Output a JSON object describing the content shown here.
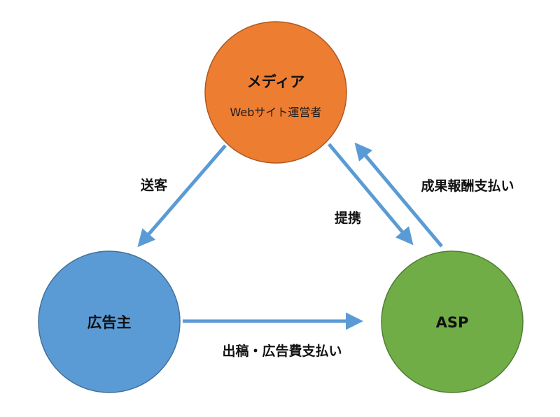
{
  "nodes": {
    "media": {
      "title": "メディア",
      "subtitle": "Webサイト運営者",
      "fill": "#ed7d31",
      "stroke": "#ae5a21"
    },
    "advertiser": {
      "title": "広告主",
      "fill": "#5b9bd5",
      "stroke": "#41719c"
    },
    "asp": {
      "title": "ASP",
      "fill": "#70ad47",
      "stroke": "#507e32"
    }
  },
  "edges": {
    "media_to_advertiser": {
      "label": "送客"
    },
    "media_to_asp": {
      "label": "提携"
    },
    "asp_to_media": {
      "label": "成果報酬支払い"
    },
    "advertiser_to_asp": {
      "label": "出稿・広告費支払い"
    }
  },
  "colors": {
    "arrow": "#5b9bd5"
  }
}
